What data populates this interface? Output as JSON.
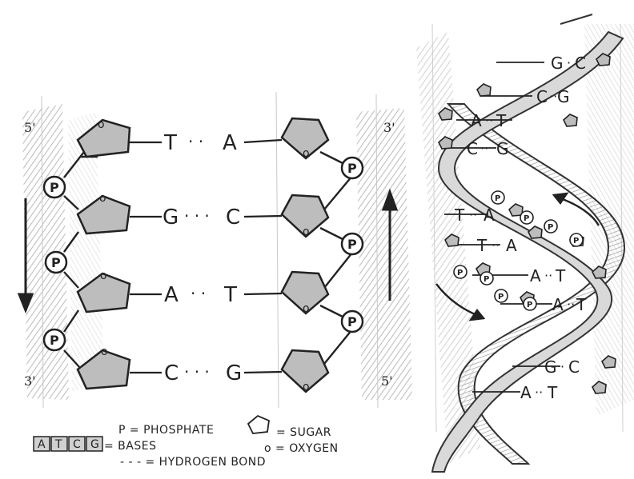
{
  "strand_ends": {
    "left_top": "5'",
    "left_bottom": "3'",
    "right_top": "3'",
    "right_bottom": "5'"
  },
  "phosphate_glyph": "P",
  "oxygen_glyph": "o",
  "base_pairs": [
    {
      "left": "T",
      "bond": "· ·",
      "right": "A"
    },
    {
      "left": "G",
      "bond": "· · ·",
      "right": "C"
    },
    {
      "left": "A",
      "bond": "· ·",
      "right": "T"
    },
    {
      "left": "C",
      "bond": "· · ·",
      "right": "G"
    }
  ],
  "helix_pairs": [
    {
      "left": "G",
      "bond": "·",
      "right": "C"
    },
    {
      "left": "C",
      "bond": "···",
      "right": "G"
    },
    {
      "left": "A",
      "bond": "··",
      "right": "T"
    },
    {
      "left": "C",
      "bond": "··",
      "right": "G"
    },
    {
      "left": "T",
      "bond": "··",
      "right": "A"
    },
    {
      "left": "T",
      "bond": "··",
      "right": "A"
    },
    {
      "left": "A",
      "bond": "··",
      "right": "T"
    },
    {
      "left": "A",
      "bond": "··",
      "right": "T"
    },
    {
      "left": "G",
      "bond": "·",
      "right": "C"
    },
    {
      "left": "A",
      "bond": "··",
      "right": "T"
    }
  ],
  "legend": {
    "phosphate": "P = PHOSPHATE",
    "bases_letters": [
      "A",
      "T",
      "C",
      "G"
    ],
    "bases": "= BASES",
    "hydrogen_bond": "- - - = HYDROGEN BOND",
    "sugar": "= SUGAR",
    "oxygen": "o = OXYGEN"
  }
}
